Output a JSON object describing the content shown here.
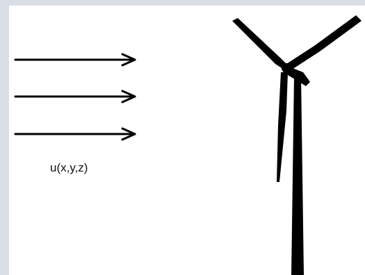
{
  "diagram": {
    "velocity_label": "u(x,y,z)",
    "colors": {
      "frame": "#d9dde6",
      "panel": "#ffffff",
      "ink": "#000000"
    },
    "wind_arrow_count": 3,
    "turbine_blade_count": 3
  }
}
